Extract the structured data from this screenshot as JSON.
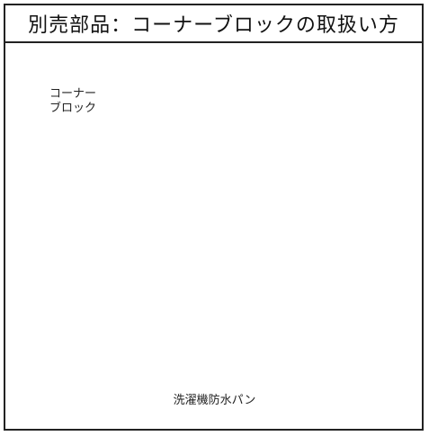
{
  "title": "別売部品：コーナーブロックの取扱い方",
  "labels": {
    "corner_block_line1": "コーナー",
    "corner_block_line2": "ブロック",
    "washer_pan": "洗濯機防水パン"
  },
  "colors": {
    "line": "#1a1a1a",
    "arrow": "#6b6b6b",
    "fill": "#ffffff",
    "drain_shade": "#dddddd"
  }
}
